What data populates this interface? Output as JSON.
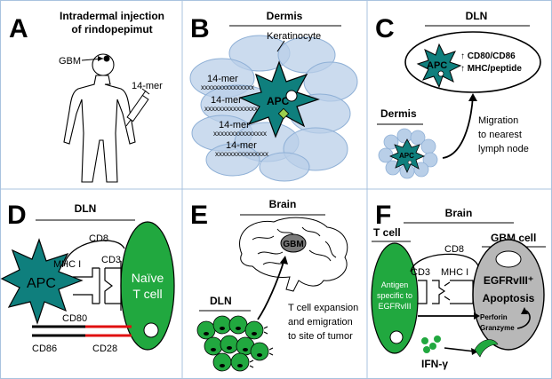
{
  "panels": {
    "A": {
      "letter": "A",
      "title_line1": "Intradermal injection",
      "title_line2": "of rindopepimut",
      "gbm": "GBM",
      "peptide": "14-mer"
    },
    "B": {
      "letter": "B",
      "title": "Dermis",
      "keratinocyte": "Keratinocyte",
      "peptide_labels": [
        "14-mer",
        "14-mer",
        "14-mer",
        "14-mer"
      ],
      "peptide_seq": "xxxxxxxxxxxxxxx",
      "apc": "APC"
    },
    "C": {
      "letter": "C",
      "title": "DLN",
      "apc_top": "APC",
      "marker1": "↑ CD80/CD86",
      "marker2": "↑ MHC/peptide",
      "dermis": "Dermis",
      "apc_small": "APC",
      "migration_line1": "Migration",
      "migration_line2": "to nearest",
      "migration_line3": "lymph node"
    },
    "D": {
      "letter": "D",
      "title": "DLN",
      "apc": "APC",
      "cd8": "CD8",
      "mhc": "MHC I",
      "cd3": "CD3",
      "tcell_line1": "Naïve",
      "tcell_line2": "T cell",
      "cd80": "CD80",
      "cd86": "CD86",
      "cd28": "CD28"
    },
    "E": {
      "letter": "E",
      "title": "Brain",
      "gbm": "GBM",
      "dln": "DLN",
      "expansion_line1": "T cell expansion",
      "expansion_line2": "and emigration",
      "expansion_line3": "to site of tumor"
    },
    "F": {
      "letter": "F",
      "title": "Brain",
      "tcell_hdr": "T cell",
      "gbm_hdr": "GBM cell",
      "cd8": "CD8",
      "cd3": "CD3",
      "mhc": "MHC I",
      "antigen_line1": "Antigen",
      "antigen_line2": "specific to",
      "antigen_line3": "EGFRvIII",
      "egfr": "EGFRvIII⁺",
      "apoptosis": "Apoptosis",
      "perforin": "Perforin",
      "granzyme": "Granzyme",
      "ifn": "IFN-γ"
    }
  },
  "colors": {
    "teal": "#0f7f7d",
    "green": "#21a83f",
    "blue_light": "#b9cfe8",
    "gray": "#b8b8b8",
    "gray_dark": "#7a7a7a",
    "red": "#e01010",
    "border": "#a9c3df"
  }
}
